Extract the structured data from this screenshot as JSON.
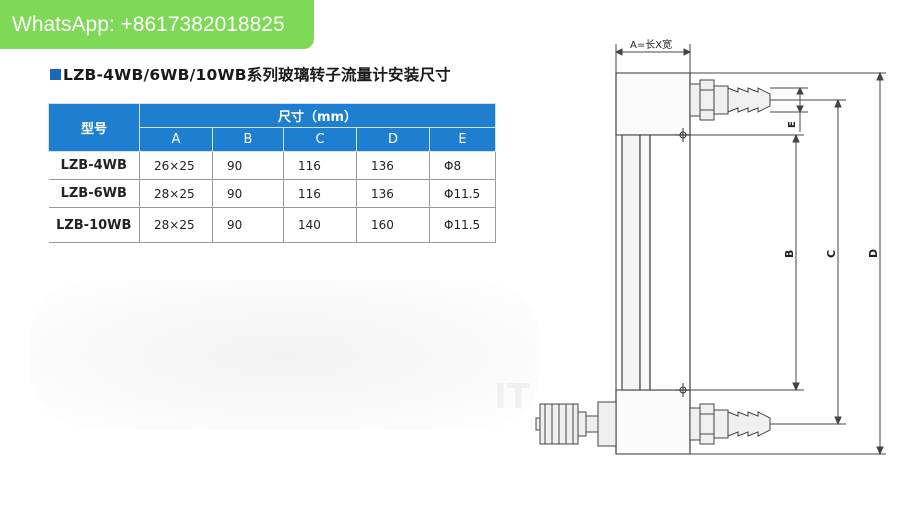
{
  "badge": {
    "text": "WhatsApp: +8617382018825"
  },
  "title": "LZB-4WB/6WB/10WB系列玻璃转子流量计安装尺寸",
  "table": {
    "model_header": "型号",
    "size_header": "尺寸（mm）",
    "columns": [
      "A",
      "B",
      "C",
      "D",
      "E"
    ],
    "rows": [
      {
        "model": "LZB-4WB",
        "cells": [
          "26×25",
          "90",
          "116",
          "136",
          "Φ8"
        ]
      },
      {
        "model": "LZB-6WB",
        "cells": [
          "28×25",
          "90",
          "116",
          "136",
          "Φ11.5"
        ]
      },
      {
        "model": "LZB-10WB",
        "cells": [
          "28×25",
          "90",
          "140",
          "160",
          "Φ11.5"
        ]
      }
    ]
  },
  "drawing": {
    "top_label": "A=长X宽",
    "dim_labels": {
      "b": "B",
      "c": "C",
      "d": "D",
      "e": "E"
    }
  }
}
